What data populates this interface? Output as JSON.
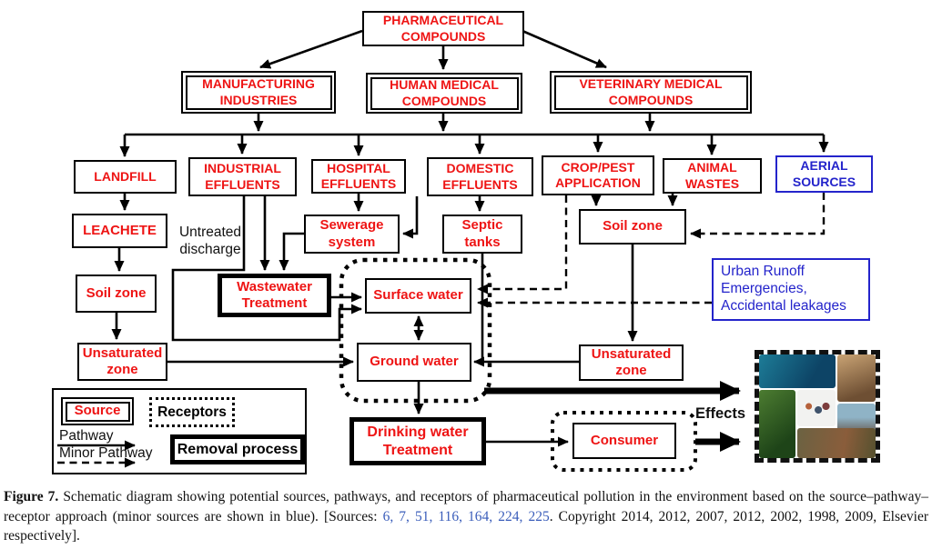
{
  "colors": {
    "red": "#ee1414",
    "blue": "#2424cb",
    "black": "#000000"
  },
  "nodes": {
    "pharmaceutical": "PHARMACEUTICAL\nCOMPOUNDS",
    "manufacturing": "MANUFACTURING\nINDUSTRIES",
    "human_medical": "HUMAN MEDICAL\nCOMPOUNDS",
    "veterinary": "VETERINARY MEDICAL\nCOMPOUNDS",
    "landfill": "LANDFILL",
    "industrial": "INDUSTRIAL\nEFFLUENTS",
    "hospital": "HOSPITAL\nEFFLUENTS",
    "domestic": "DOMESTIC\nEFFLUENTS",
    "crop_pest": "CROP/PEST\nAPPLICATION",
    "animal_wastes": "ANIMAL\nWASTES",
    "aerial_sources": "AERIAL\nSOURCES",
    "leachete": "LEACHETE",
    "sewerage": "Sewerage\nsystem",
    "septic": "Septic\ntanks",
    "soil_zone_left": "Soil zone",
    "soil_zone_right": "Soil zone",
    "untreated_discharge": "Untreated\ndischarge",
    "wastewater_treatment": "Wastewater\nTreatment",
    "surface_water": "Surface water",
    "ground_water": "Ground water",
    "unsaturated_left": "Unsaturated\nzone",
    "unsaturated_right": "Unsaturated\nzone",
    "urban_runoff": "Urban Runoff\nEmergencies,\nAccidental leakages",
    "drinking_water": "Drinking water\nTreatment",
    "consumer": "Consumer",
    "effects": "Effects"
  },
  "legend": {
    "source": "Source",
    "receptors": "Receptors",
    "pathway": "Pathway",
    "minor_pathway": "Minor Pathway",
    "removal_process": "Removal process"
  },
  "collage": {
    "photos": [
      "manatees underwater",
      "vulture portrait",
      "chameleon in jungle",
      "group of people",
      "bird in water",
      "fish in shallow water"
    ]
  },
  "caption": {
    "label": "Figure 7.",
    "text_before": " Schematic diagram showing potential sources, pathways, and receptors of pharmaceutical pollution in the environment based on the source–pathway–receptor approach (minor sources are shown in blue). [Sources: ",
    "sources": "6, 7, 51, 116, 164, 224, 225",
    "text_after": ". Copyright 2014, 2012, 2007, 2012, 2002, 1998, 2009, Elsevier respectively]."
  }
}
